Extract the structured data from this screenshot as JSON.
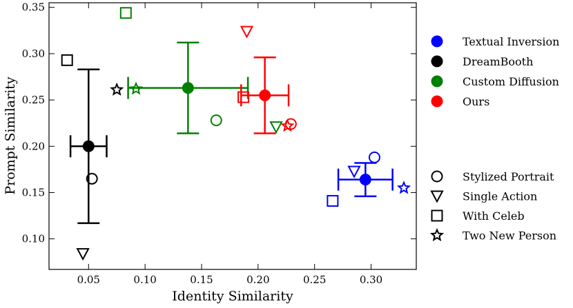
{
  "chart_data": {
    "type": "scatter",
    "title": "",
    "xlabel": "Identity Similarity",
    "ylabel": "Prompt Similarity",
    "xlim": [
      0.015,
      0.34
    ],
    "ylim": [
      0.067,
      0.355
    ],
    "xticks": [
      0.05,
      0.1,
      0.15,
      0.2,
      0.25,
      0.3
    ],
    "xtick_labels": [
      "0.05",
      "0.10",
      "0.15",
      "0.20",
      "0.25",
      "0.30"
    ],
    "yticks": [
      0.1,
      0.15,
      0.2,
      0.25,
      0.3,
      0.35
    ],
    "ytick_labels": [
      "0.10",
      "0.15",
      "0.20",
      "0.25",
      "0.30",
      "0.35"
    ],
    "grid": false,
    "legend_placement": "right-outside",
    "methods": [
      {
        "name": "Textual Inversion",
        "color": "#0000ff",
        "mean": {
          "x": 0.295,
          "y": 0.164,
          "xerr": 0.024,
          "yerr": 0.018
        },
        "points": {
          "stylized_portrait": {
            "x": 0.303,
            "y": 0.188
          },
          "single_action": {
            "x": 0.285,
            "y": 0.173
          },
          "with_celeb": {
            "x": 0.266,
            "y": 0.141
          },
          "two_new_person": {
            "x": 0.329,
            "y": 0.155
          }
        }
      },
      {
        "name": "DreamBooth",
        "color": "#000000",
        "mean": {
          "x": 0.05,
          "y": 0.2,
          "xerr": 0.016,
          "yerr": 0.083
        },
        "points": {
          "stylized_portrait": {
            "x": 0.053,
            "y": 0.165
          },
          "single_action": {
            "x": 0.045,
            "y": 0.084
          },
          "with_celeb": {
            "x": 0.031,
            "y": 0.293
          },
          "two_new_person": {
            "x": 0.075,
            "y": 0.261
          }
        }
      },
      {
        "name": "Custom Diffusion",
        "color": "#008000",
        "mean": {
          "x": 0.138,
          "y": 0.263,
          "xerr": 0.053,
          "yerr": 0.049
        },
        "points": {
          "stylized_portrait": {
            "x": 0.163,
            "y": 0.228
          },
          "single_action": {
            "x": 0.216,
            "y": 0.221
          },
          "with_celeb": {
            "x": 0.083,
            "y": 0.344
          },
          "two_new_person": {
            "x": 0.092,
            "y": 0.262
          }
        }
      },
      {
        "name": "Ours",
        "color": "#ff0000",
        "mean": {
          "x": 0.206,
          "y": 0.255,
          "xerr": 0.021,
          "yerr": 0.041
        },
        "points": {
          "stylized_portrait": {
            "x": 0.229,
            "y": 0.224
          },
          "single_action": {
            "x": 0.19,
            "y": 0.324
          },
          "with_celeb": {
            "x": 0.187,
            "y": 0.253
          },
          "two_new_person": {
            "x": 0.226,
            "y": 0.222
          }
        }
      }
    ],
    "marker_legend": [
      {
        "key": "stylized_portrait",
        "label": "Stylized Portrait",
        "shape": "circle"
      },
      {
        "key": "single_action",
        "label": "Single Action",
        "shape": "triangle-down"
      },
      {
        "key": "with_celeb",
        "label": "With Celeb",
        "shape": "square"
      },
      {
        "key": "two_new_person",
        "label": "Two New Person",
        "shape": "star"
      }
    ]
  }
}
